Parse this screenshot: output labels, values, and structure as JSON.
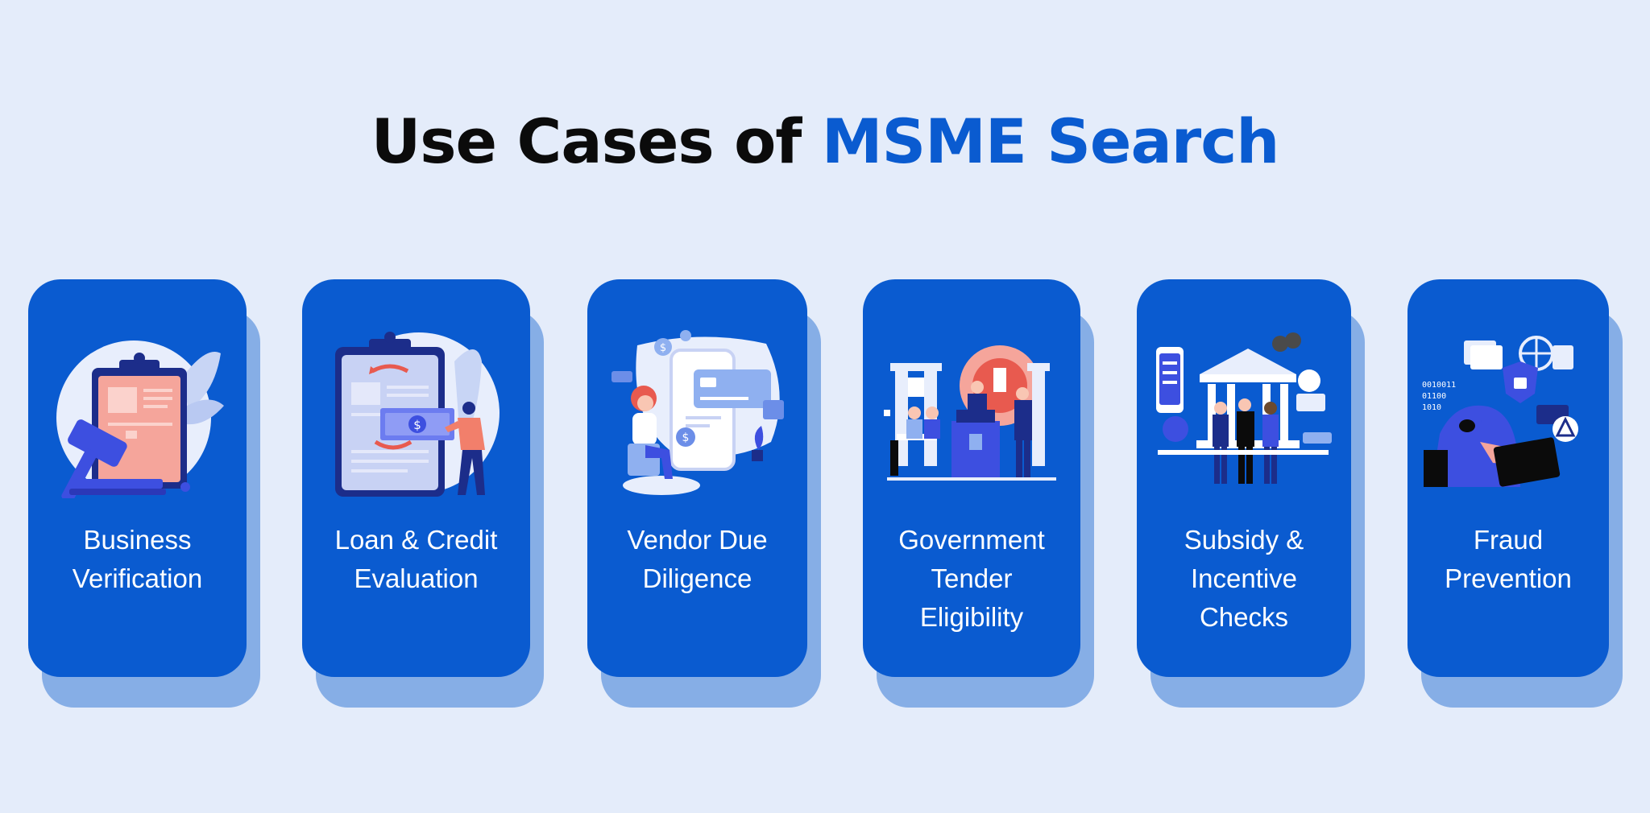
{
  "heading": {
    "prefix": "Use Cases of ",
    "highlight": "MSME Search"
  },
  "colors": {
    "background": "#e4ecfa",
    "card": "#0a5bd0",
    "card_shadow": "#86aee6",
    "accent": "#0a5bd0"
  },
  "cards": [
    {
      "line1": "Business",
      "line2": "Verification",
      "line3": "",
      "icon": "gavel-clipboard-icon"
    },
    {
      "line1": "Loan & Credit",
      "line2": "Evaluation",
      "line3": "",
      "icon": "loan-clipboard-icon"
    },
    {
      "line1": "Vendor Due",
      "line2": "Diligence",
      "line3": "",
      "icon": "phone-payment-icon"
    },
    {
      "line1": "Government",
      "line2": "Tender",
      "line3": "Eligibility",
      "icon": "courthouse-meeting-icon"
    },
    {
      "line1": "Subsidy &",
      "line2": "Incentive",
      "line3": "Checks",
      "icon": "bank-handshake-icon"
    },
    {
      "line1": "Fraud",
      "line2": "Prevention",
      "line3": "",
      "icon": "hacker-security-icon"
    }
  ]
}
